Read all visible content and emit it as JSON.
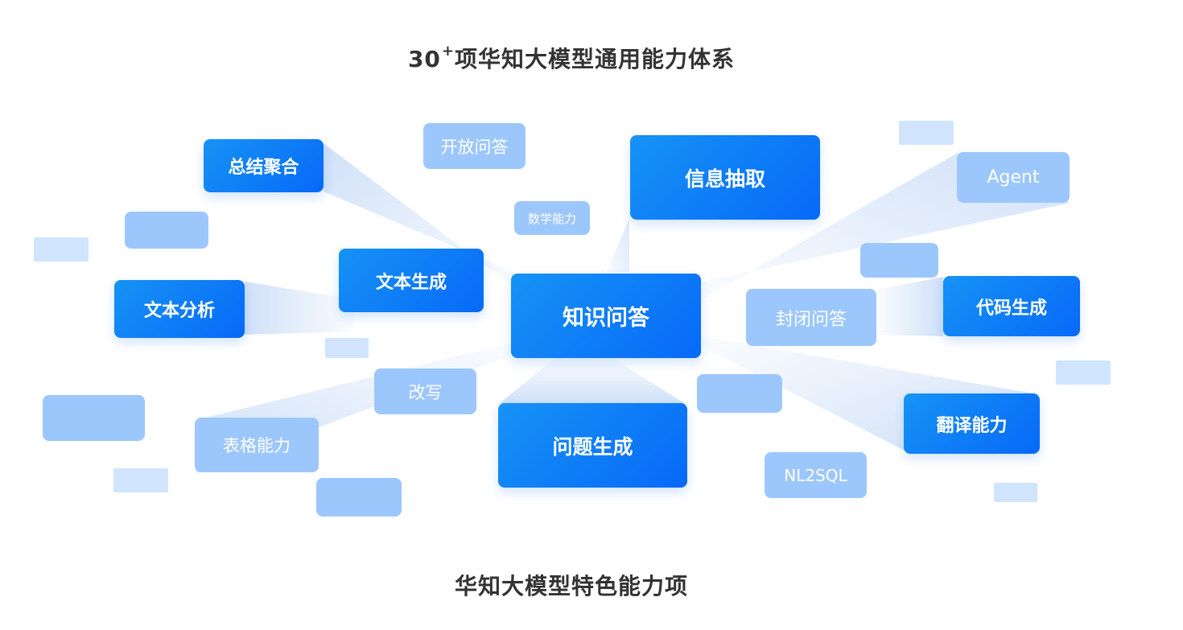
{
  "titles": {
    "top_main": "30",
    "top_sup": "+",
    "top_rest": "项华知大模型通用能力体系",
    "bottom": "华知大模型特色能力项"
  },
  "center": {
    "label": "知识问答"
  },
  "primary_nodes": [
    {
      "label": "总结聚合"
    },
    {
      "label": "文本生成"
    },
    {
      "label": "文本分析"
    },
    {
      "label": "信息抽取"
    },
    {
      "label": "代码生成"
    },
    {
      "label": "翻译能力"
    },
    {
      "label": "问题生成"
    }
  ],
  "secondary_nodes": [
    {
      "label": "开放问答"
    },
    {
      "label": "数学能力"
    },
    {
      "label": "Agent"
    },
    {
      "label": "封闭问答"
    },
    {
      "label": "改写"
    },
    {
      "label": "表格能力"
    },
    {
      "label": "NL2SQL"
    }
  ],
  "colors": {
    "primary_start": "#1693f5",
    "primary_end": "#0769f8",
    "secondary": "#9cc7fc",
    "faint": "#d0e4fd",
    "ray": "#a9c8f3",
    "title": "#333333"
  }
}
